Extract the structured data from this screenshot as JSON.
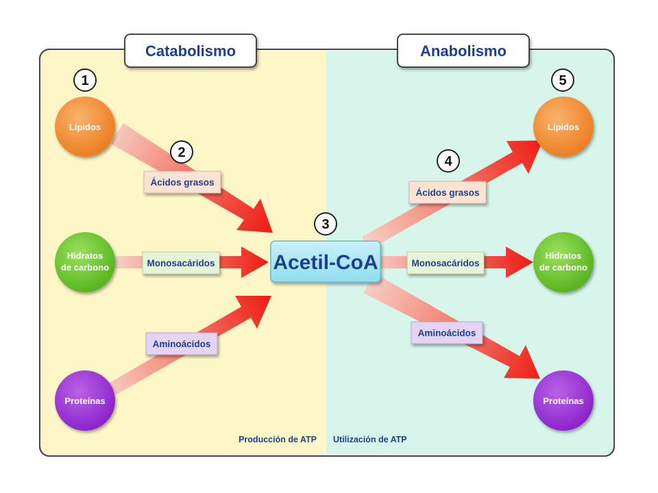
{
  "headers": {
    "left": "Catabolismo",
    "right": "Anabolismo"
  },
  "center": {
    "label": "Acetil-CoA",
    "number": "3"
  },
  "left": {
    "number_top": "1",
    "number_path": "2",
    "molecules": {
      "lipids": "Lípidos",
      "carbs_line1": "Hidratos",
      "carbs_line2": "de carbono",
      "proteins": "Proteínas"
    },
    "tags": {
      "fatty_acids": "Ácidos grasos",
      "monosaccharides": "Monosacáridos",
      "amino_acids": "Aminoácidos"
    },
    "footer": "Producción de ATP"
  },
  "right": {
    "number_top": "5",
    "number_path": "4",
    "molecules": {
      "lipids": "Lípidos",
      "carbs_line1": "Hidratos",
      "carbs_line2": "de carbono",
      "proteins": "Proteínas"
    },
    "tags": {
      "fatty_acids": "Ácidos grasos",
      "monosaccharides": "Monosacáridos",
      "amino_acids": "Aminoácidos"
    },
    "footer": "Utilización de ATP"
  },
  "colors": {
    "catabolism_bg": "#fdf7c8",
    "anabolism_bg": "#d7f5ea",
    "lipids": "#f28a2e",
    "carbs": "#6cc62c",
    "proteins": "#9a2fd6",
    "arrow": "#ee1c14",
    "center_box": "#a9e6f3",
    "tag_fatty": "#fde3d2",
    "tag_mono": "#e6f5d6",
    "tag_amino": "#e4d3f2",
    "text_blue": "#1d3f8f"
  }
}
